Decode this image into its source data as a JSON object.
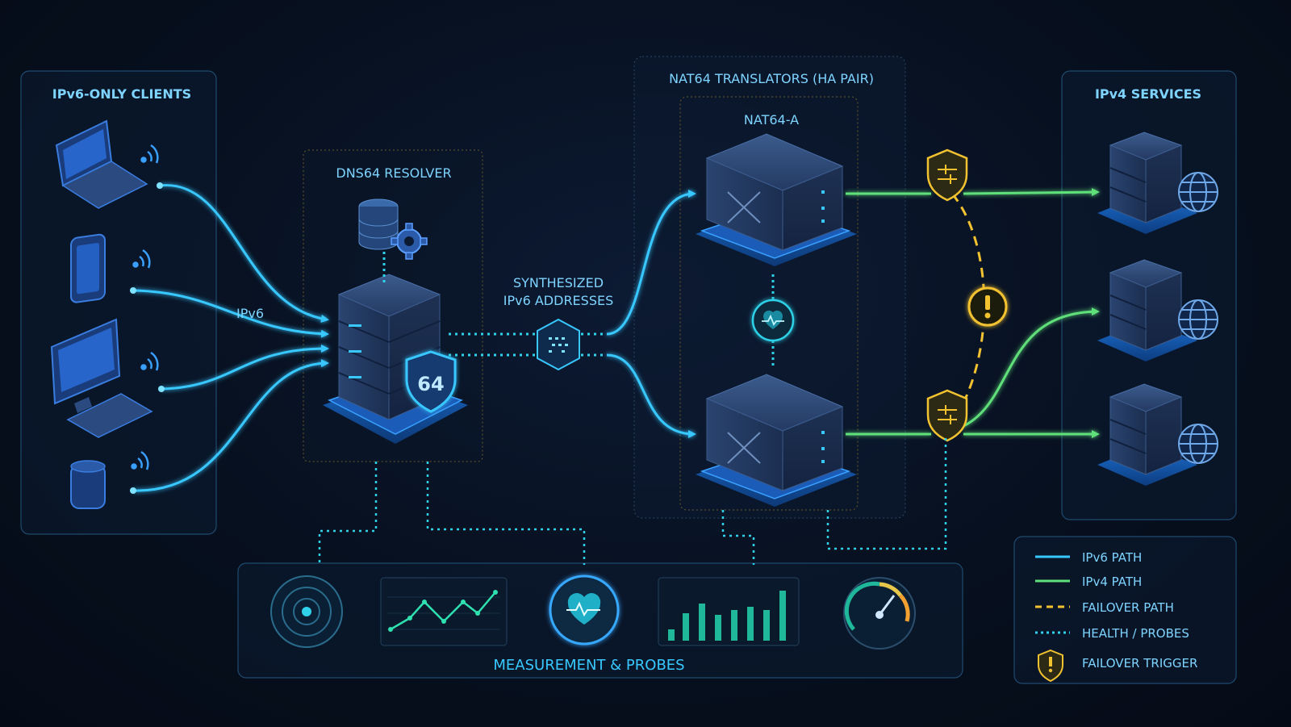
{
  "clients": {
    "title": "IPv6-ONLY CLIENTS",
    "link_label": "IPv6"
  },
  "dns64": {
    "title": "DNS64 RESOLVER",
    "badge": "64"
  },
  "synth": {
    "line1": "SYNTHESIZED",
    "line2": "IPv6 ADDRESSES"
  },
  "nat64": {
    "group_title": "NAT64 TRANSLATORS (HA PAIR)",
    "node_a": "NAT64-A"
  },
  "ipv4": {
    "title": "IPv4 SERVICES"
  },
  "measurement": {
    "title": "MEASUREMENT & PROBES"
  },
  "legend": {
    "ipv6_path": "IPv6 PATH",
    "ipv4_path": "IPv4 PATH",
    "failover_path": "FAILOVER PATH",
    "health_probes": "HEALTH / PROBES",
    "failover_trigger": "FAILOVER TRIGGER"
  },
  "colors": {
    "ipv6": "#38c8ff",
    "ipv4": "#5fe07a",
    "failover": "#f2c230",
    "probe": "#2fd2e8",
    "panel_border": "#1f4a6e",
    "label": "#7ed4ff"
  }
}
